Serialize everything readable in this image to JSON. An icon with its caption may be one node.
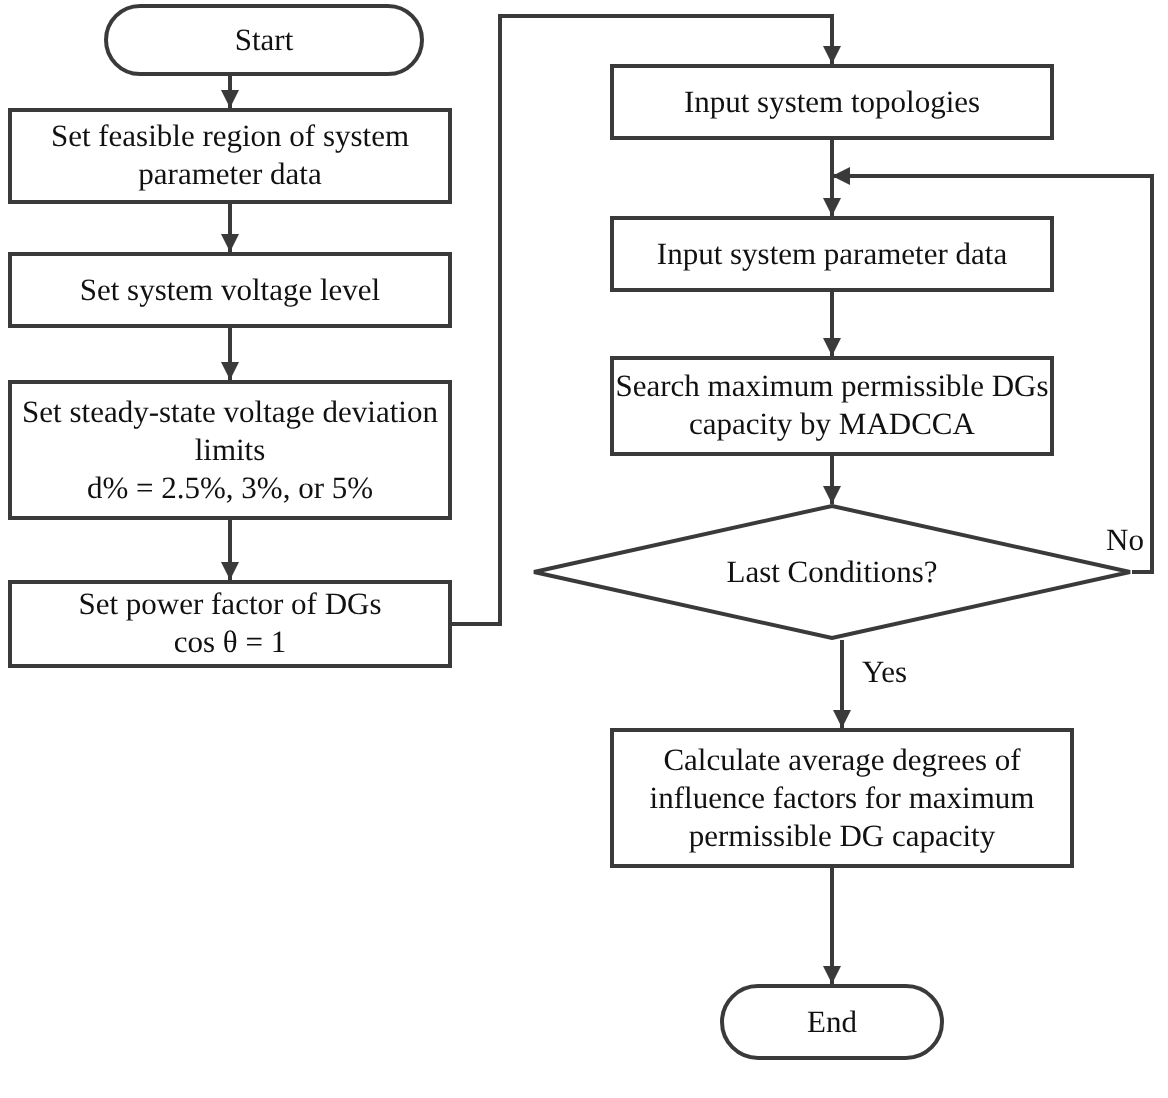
{
  "diagram": {
    "nodes": [
      {
        "text": [
          "Start"
        ]
      },
      {
        "text": [
          "Set feasible region of system parameter data"
        ]
      },
      {
        "text": [
          "Set system voltage level"
        ]
      },
      {
        "text": [
          "Set steady-state voltage deviation limits",
          "d% = 2.5%, 3%, or 5%"
        ]
      },
      {
        "text": [
          "Set power factor of DGs",
          "cos θ  = 1"
        ]
      },
      {
        "text": [
          "Input system topologies"
        ]
      },
      {
        "text": [
          "Input system parameter data"
        ]
      },
      {
        "text": [
          "Search maximum permissible DGs capacity by MADCCA"
        ]
      },
      {
        "text": [
          "Last Conditions?"
        ]
      },
      {
        "text": [
          "Calculate average degrees of influence factors for maximum permissible DG capacity"
        ]
      },
      {
        "text": [
          "End"
        ]
      }
    ],
    "edges": [
      {
        "from": 0,
        "to": 1,
        "arrow": "to"
      },
      {
        "from": 1,
        "to": 2,
        "arrow": "to"
      },
      {
        "from": 2,
        "to": 3,
        "arrow": "to"
      },
      {
        "from": 3,
        "to": 4,
        "arrow": "to"
      },
      {
        "from": 4,
        "to": 5,
        "arrow": "to"
      },
      {
        "from": 5,
        "to": 6,
        "arrow": "to"
      },
      {
        "from": 6,
        "to": 7,
        "arrow": "to"
      },
      {
        "from": 7,
        "to": 8,
        "arrow": "to"
      },
      {
        "from": 8,
        "to": 6,
        "arrow": "to",
        "label": "No"
      },
      {
        "from": 8,
        "to": 9,
        "arrow": "to",
        "label": "Yes"
      },
      {
        "from": 9,
        "to": 10,
        "arrow": "to"
      }
    ]
  }
}
